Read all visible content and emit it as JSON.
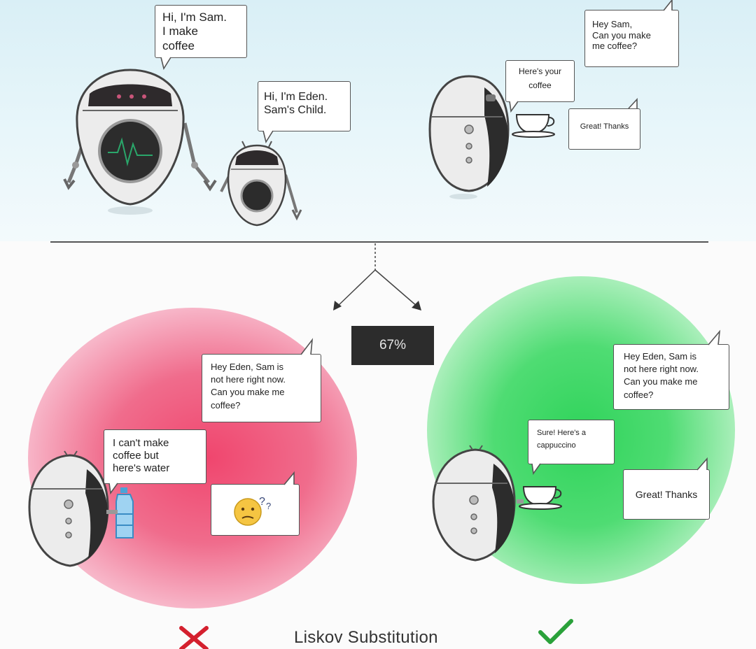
{
  "top": {
    "sam_says": [
      "Hi, I'm Sam.",
      "I make",
      "coffee"
    ],
    "eden_says": [
      "Hi, I'm Eden.",
      "Sam's Child."
    ],
    "request": [
      "Hey Sam,",
      "Can you make",
      "me coffee?"
    ],
    "reply": [
      "Here's your",
      "coffee"
    ],
    "thanks": "Great! Thanks"
  },
  "progress": "67%",
  "left_scene": {
    "request": [
      "Hey Eden, Sam is",
      "not here right now.",
      "Can you make me",
      "coffee?"
    ],
    "reply": [
      "I can't make",
      "coffee but",
      "here's water"
    ]
  },
  "right_scene": {
    "request": [
      "Hey Eden, Sam is",
      "not here right now.",
      "Can you make me",
      "coffee?"
    ],
    "reply": [
      "Sure! Here's a",
      "cappuccino"
    ],
    "thanks": "Great! Thanks"
  },
  "caption": "Liskov Substitution",
  "colors": {
    "fail": "#d4202e",
    "pass": "#2aa13a",
    "fail_blob": "#f0466e",
    "pass_blob": "#2fd35a"
  }
}
